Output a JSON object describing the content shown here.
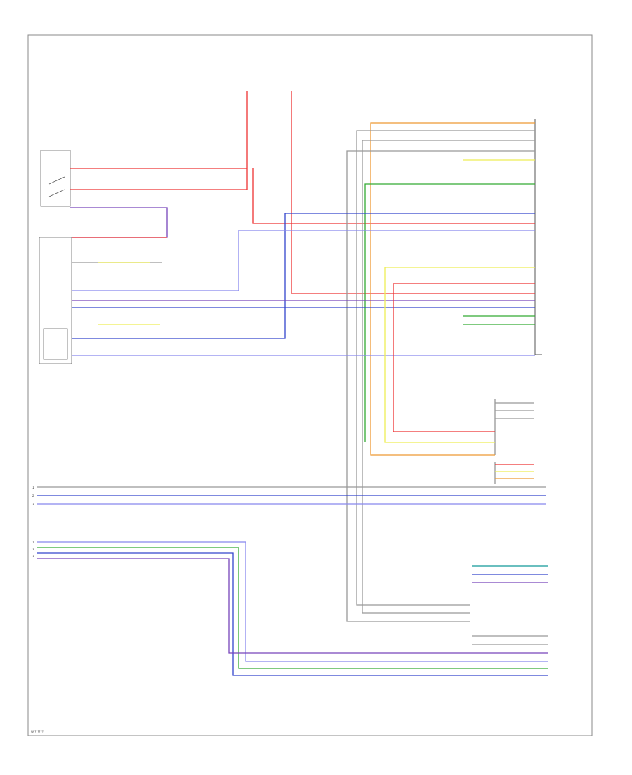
{
  "diagram": {
    "footer_label": "W-??????",
    "tick_labels": [
      "1",
      "2",
      "3"
    ],
    "colors": {
      "red": "#ee3333",
      "pink": "#f2a0a0",
      "blue": "#3344cc",
      "lightblue": "#8888ee",
      "violet": "#7744bb",
      "green": "#33aa33",
      "teal": "#119999",
      "yellow": "#eeee55",
      "orange": "#ee9933",
      "gray": "#999999",
      "black": "#333333"
    }
  }
}
